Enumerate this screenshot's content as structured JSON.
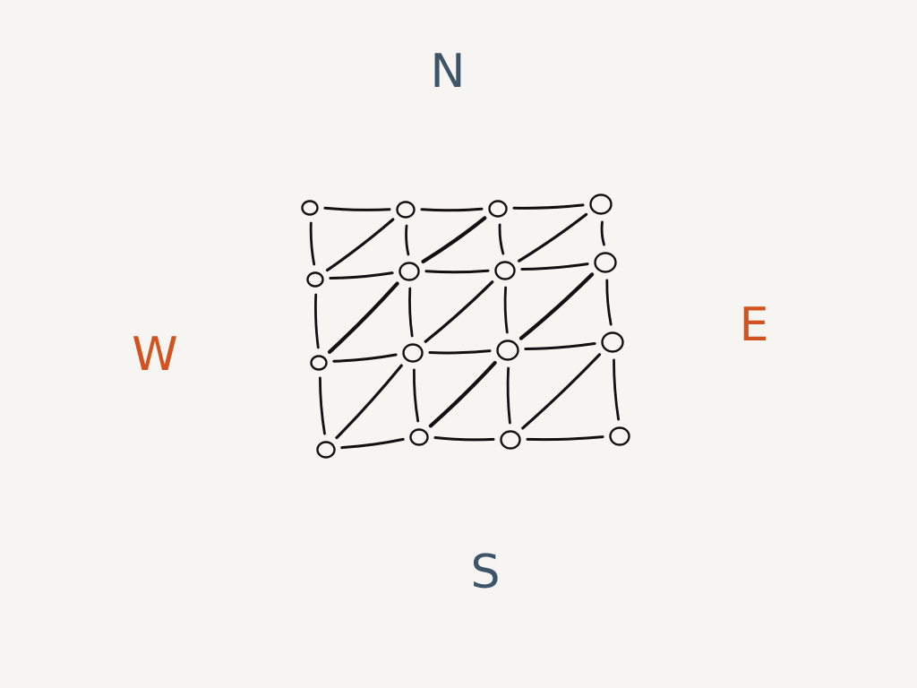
{
  "compass": {
    "north": "N",
    "south": "S",
    "east": "E",
    "west": "W"
  },
  "colors": {
    "background": "#f6f5f2",
    "north_south": "#3d5568",
    "east_west": "#d2531f",
    "ink": "#111111"
  },
  "grid": {
    "rows": 4,
    "cols": 4,
    "diagonal_direction": "lower-left-to-upper-right"
  }
}
